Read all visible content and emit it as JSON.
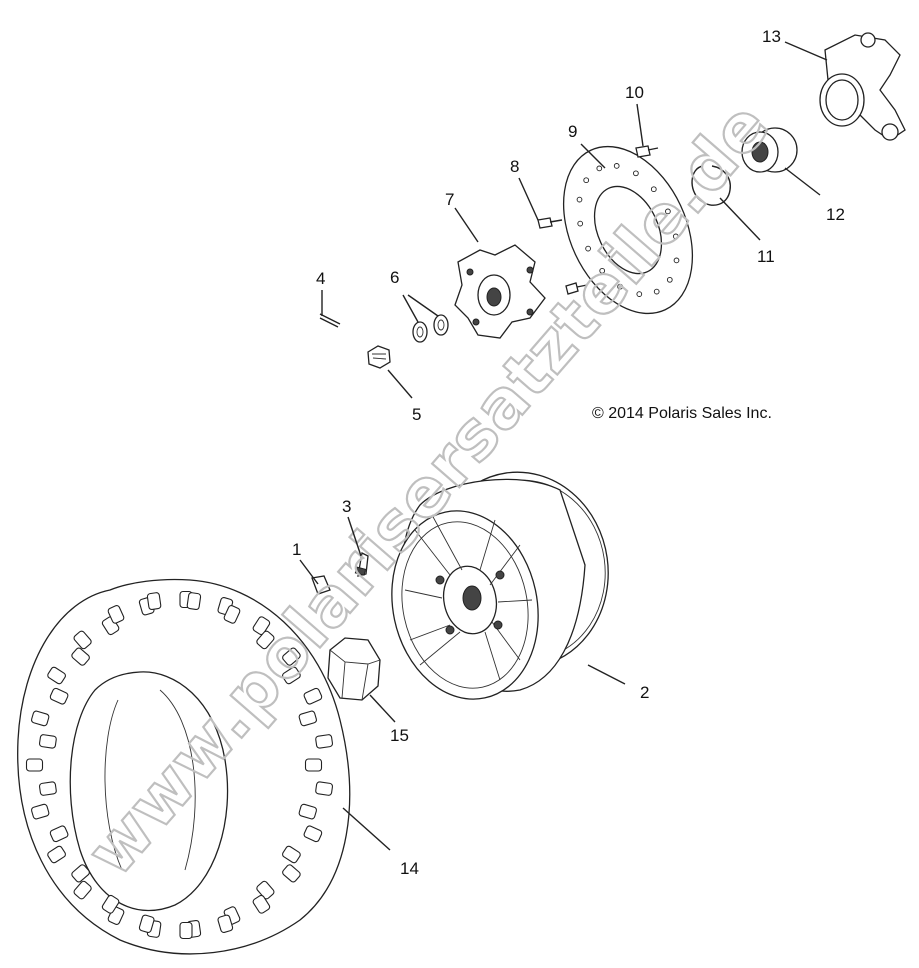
{
  "copyright": "© 2014 Polaris Sales Inc.",
  "watermark": "www.polarisersatzteile.de",
  "callouts": [
    {
      "id": "1",
      "text": "1"
    },
    {
      "id": "2",
      "text": "2"
    },
    {
      "id": "3",
      "text": "3"
    },
    {
      "id": "4",
      "text": "4"
    },
    {
      "id": "5",
      "text": "5"
    },
    {
      "id": "6",
      "text": "6"
    },
    {
      "id": "7",
      "text": "7"
    },
    {
      "id": "8",
      "text": "8"
    },
    {
      "id": "9",
      "text": "9"
    },
    {
      "id": "10",
      "text": "10"
    },
    {
      "id": "11",
      "text": "11"
    },
    {
      "id": "12",
      "text": "12"
    },
    {
      "id": "13",
      "text": "13"
    },
    {
      "id": "14",
      "text": "14"
    },
    {
      "id": "15",
      "text": "15"
    }
  ]
}
